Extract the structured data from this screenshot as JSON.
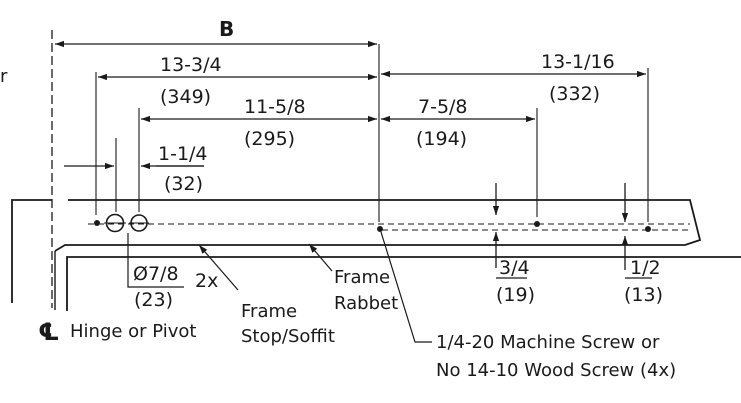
{
  "dimensions": {
    "b_label": "B",
    "d1_in": "13-3/4",
    "d1_mm": "(349)",
    "d2_in": "11-5/8",
    "d2_mm": "(295)",
    "d3_in": "1-1/4",
    "d3_mm": "(32)",
    "d4_in": "13-1/16",
    "d4_mm": "(332)",
    "d5_in": "7-5/8",
    "d5_mm": "(194)",
    "d6_in": "3/4",
    "d6_mm": "(19)",
    "d7_in": "1/2",
    "d7_mm": "(13)"
  },
  "labels": {
    "stray_char": "r",
    "hole_in": "Ø7/8",
    "hole_mm": "(23)",
    "hole_count": "2x",
    "frame_stop_1": "Frame",
    "frame_stop_2": "Stop/Soffit",
    "frame_rabbet_1": "Frame",
    "frame_rabbet_2": "Rabbet",
    "cl_symbol": "℄",
    "cl_text": "Hinge or Pivot",
    "screw_1": "1/4-20 Machine Screw or",
    "screw_2": "No 14-10 Wood Screw (4x)"
  }
}
